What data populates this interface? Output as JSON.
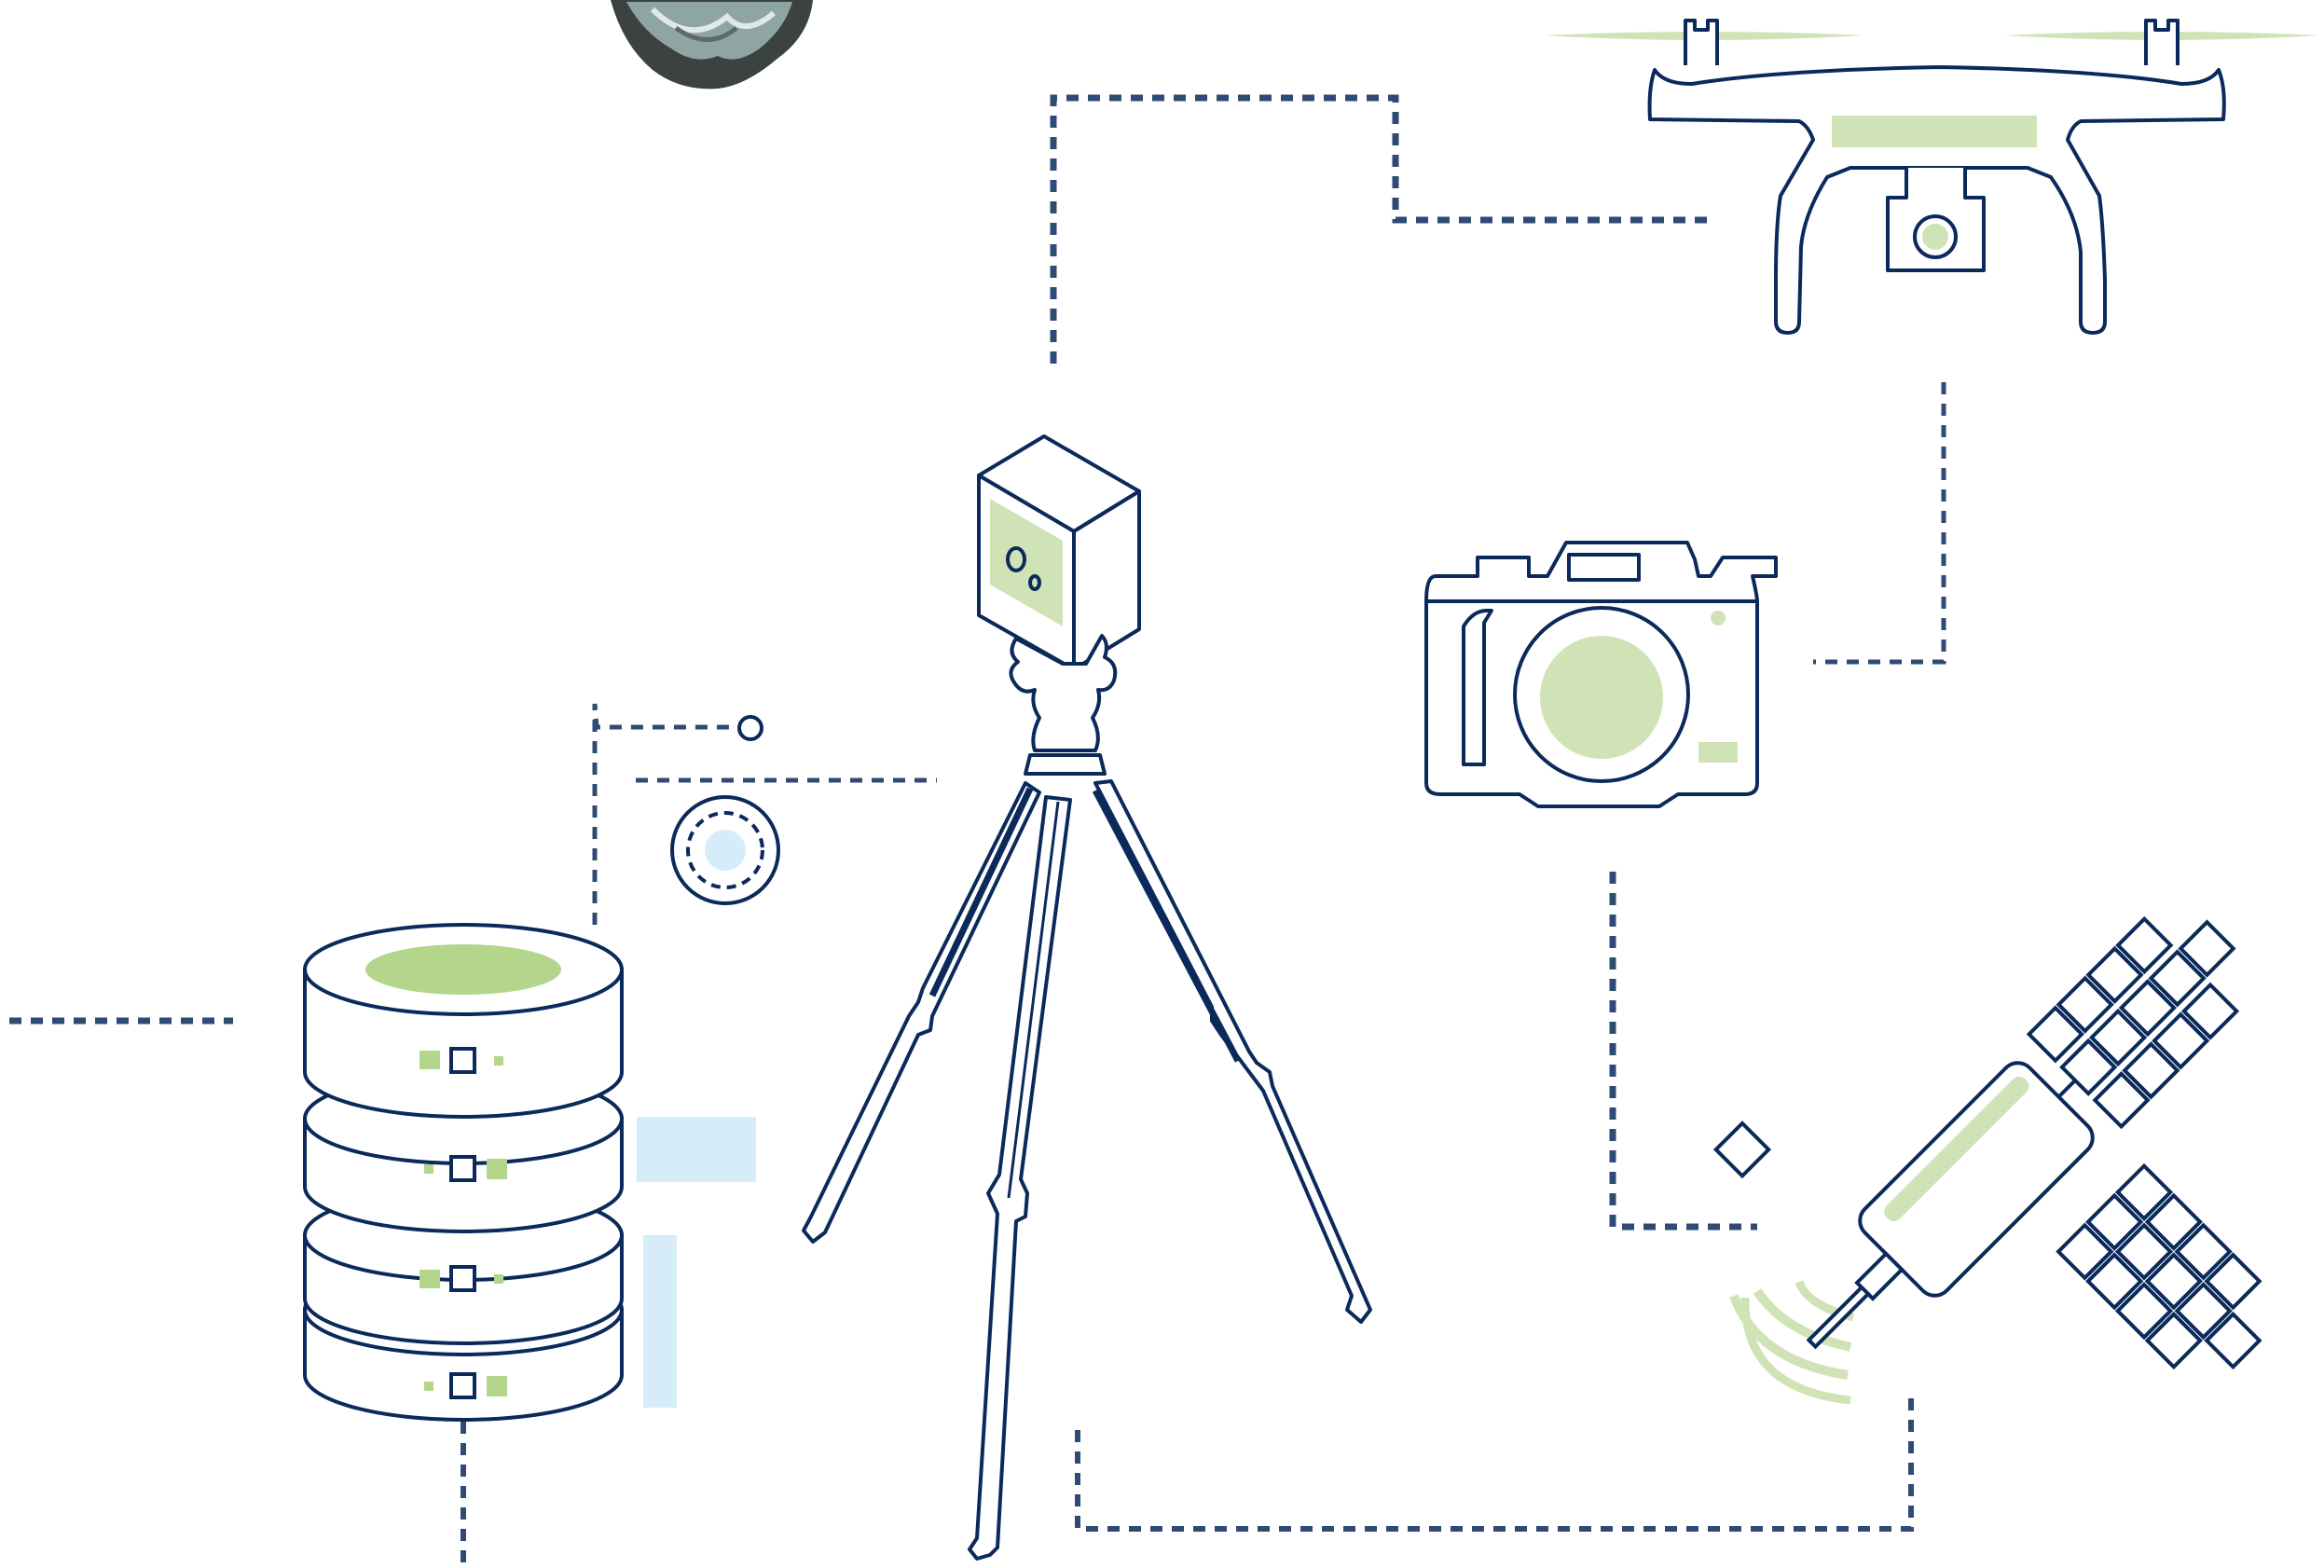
{
  "colors": {
    "navy": "#0b2a5b",
    "connector": "#2f4a74",
    "green": "#b3d68c",
    "green_light": "#cfe3b7",
    "blue_light": "#d6ecf8",
    "stone_dark": "#3b4240",
    "stone_light": "#aec1c0",
    "background": "#ffffff"
  },
  "diagram": {
    "nodes": [
      {
        "id": "stone",
        "icon": "rock-sample-icon"
      },
      {
        "id": "drone",
        "icon": "drone-icon"
      },
      {
        "id": "scanner",
        "icon": "laser-scanner-on-tripod-icon"
      },
      {
        "id": "camera",
        "icon": "camera-icon"
      },
      {
        "id": "database",
        "icon": "database-stack-icon"
      },
      {
        "id": "satellite",
        "icon": "gnss-satellite-icon"
      },
      {
        "id": "target",
        "icon": "survey-target-icon"
      }
    ],
    "connections": [
      {
        "from": "scanner",
        "to": "drone"
      },
      {
        "from": "drone",
        "to": "camera"
      },
      {
        "from": "camera",
        "to": "satellite"
      },
      {
        "from": "satellite",
        "to": "scanner"
      },
      {
        "from": "scanner",
        "to": "database"
      }
    ]
  }
}
